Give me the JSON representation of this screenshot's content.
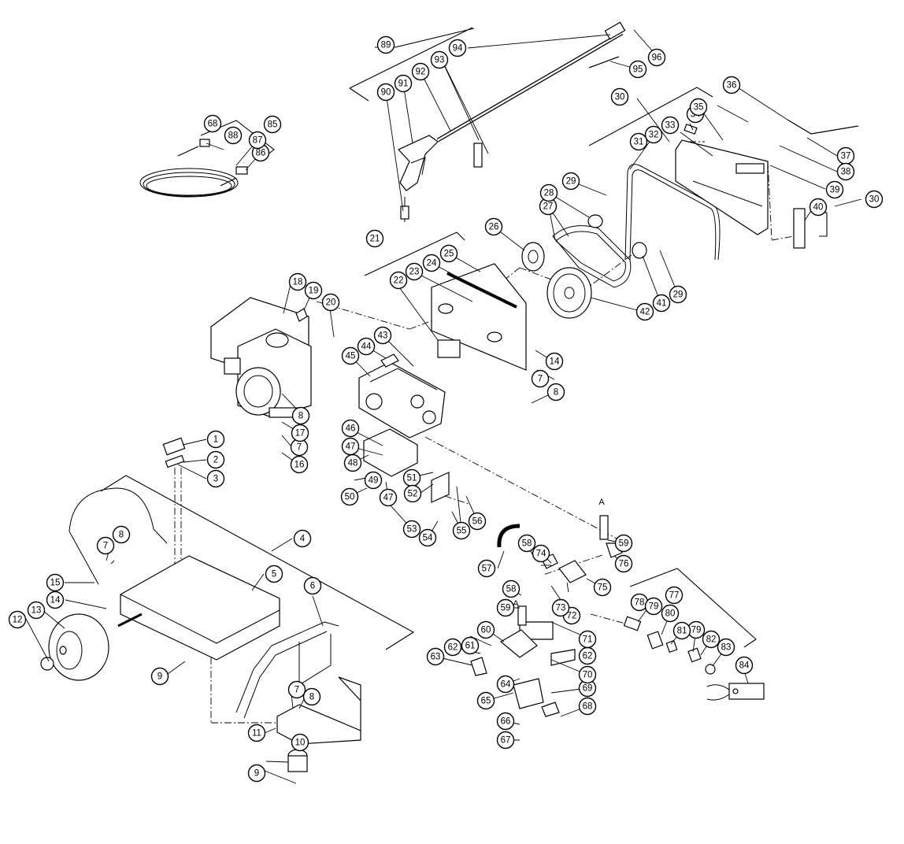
{
  "diagram": {
    "callouts": [
      {
        "label": "1"
      },
      {
        "label": "2"
      },
      {
        "label": "3"
      },
      {
        "label": "4"
      },
      {
        "label": "5"
      },
      {
        "label": "6"
      },
      {
        "label": "7"
      },
      {
        "label": "7"
      },
      {
        "label": "7"
      },
      {
        "label": "7"
      },
      {
        "label": "8"
      },
      {
        "label": "8"
      },
      {
        "label": "8"
      },
      {
        "label": "8"
      },
      {
        "label": "9"
      },
      {
        "label": "9"
      },
      {
        "label": "10"
      },
      {
        "label": "11"
      },
      {
        "label": "12"
      },
      {
        "label": "13"
      },
      {
        "label": "14"
      },
      {
        "label": "14"
      },
      {
        "label": "15"
      },
      {
        "label": "16"
      },
      {
        "label": "17"
      },
      {
        "label": "18"
      },
      {
        "label": "19"
      },
      {
        "label": "20"
      },
      {
        "label": "21"
      },
      {
        "label": "22"
      },
      {
        "label": "23"
      },
      {
        "label": "24"
      },
      {
        "label": "25"
      },
      {
        "label": "26"
      },
      {
        "label": "27"
      },
      {
        "label": "28"
      },
      {
        "label": "29"
      },
      {
        "label": "29"
      },
      {
        "label": "30"
      },
      {
        "label": "30"
      },
      {
        "label": "31"
      },
      {
        "label": "32"
      },
      {
        "label": "33"
      },
      {
        "label": "34"
      },
      {
        "label": "35"
      },
      {
        "label": "36"
      },
      {
        "label": "37"
      },
      {
        "label": "38"
      },
      {
        "label": "39"
      },
      {
        "label": "40"
      },
      {
        "label": "41"
      },
      {
        "label": "42"
      },
      {
        "label": "43"
      },
      {
        "label": "44"
      },
      {
        "label": "45"
      },
      {
        "label": "46"
      },
      {
        "label": "47"
      },
      {
        "label": "47"
      },
      {
        "label": "48"
      },
      {
        "label": "49"
      },
      {
        "label": "50"
      },
      {
        "label": "51"
      },
      {
        "label": "52"
      },
      {
        "label": "53"
      },
      {
        "label": "54"
      },
      {
        "label": "55"
      },
      {
        "label": "56"
      },
      {
        "label": "57"
      },
      {
        "label": "58"
      },
      {
        "label": "58"
      },
      {
        "label": "59"
      },
      {
        "label": "59"
      },
      {
        "label": "60"
      },
      {
        "label": "61"
      },
      {
        "label": "62"
      },
      {
        "label": "62"
      },
      {
        "label": "63"
      },
      {
        "label": "64"
      },
      {
        "label": "65"
      },
      {
        "label": "66"
      },
      {
        "label": "67"
      },
      {
        "label": "68"
      },
      {
        "label": "68"
      },
      {
        "label": "69"
      },
      {
        "label": "70"
      },
      {
        "label": "71"
      },
      {
        "label": "72"
      },
      {
        "label": "73"
      },
      {
        "label": "74"
      },
      {
        "label": "75"
      },
      {
        "label": "76"
      },
      {
        "label": "77"
      },
      {
        "label": "78"
      },
      {
        "label": "79"
      },
      {
        "label": "79"
      },
      {
        "label": "80"
      },
      {
        "label": "81"
      },
      {
        "label": "82"
      },
      {
        "label": "83"
      },
      {
        "label": "84"
      },
      {
        "label": "85"
      },
      {
        "label": "86"
      },
      {
        "label": "87"
      },
      {
        "label": "88"
      },
      {
        "label": "89"
      },
      {
        "label": "90"
      },
      {
        "label": "91"
      },
      {
        "label": "92"
      },
      {
        "label": "93"
      },
      {
        "label": "94"
      },
      {
        "label": "95"
      },
      {
        "label": "96"
      }
    ],
    "connection_marks": [
      {
        "label": "A"
      },
      {
        "label": "A"
      }
    ]
  }
}
